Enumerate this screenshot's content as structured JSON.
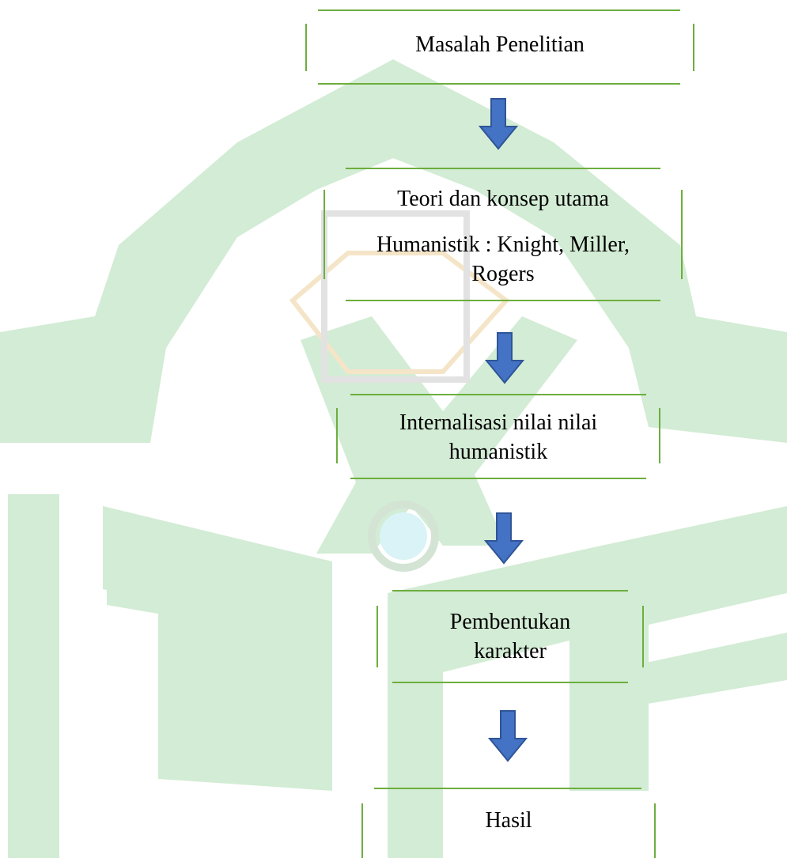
{
  "diagram": {
    "colors": {
      "box_border": "#6cae3e",
      "arrow_fill": "#4472c4",
      "arrow_stroke": "#2f5597",
      "watermark_green": "#d3ecd5"
    },
    "nodes": [
      {
        "id": "masalah-penelitian",
        "lines": [
          "Masalah Penelitian"
        ]
      },
      {
        "id": "teori-konsep",
        "lines": [
          "Teori dan konsep utama",
          "Humanistik : Knight, Miller,",
          "Rogers"
        ]
      },
      {
        "id": "internalisasi",
        "lines": [
          "Internalisasi nilai nilai",
          "humanistik"
        ]
      },
      {
        "id": "pembentukan",
        "lines": [
          "Pembentukan",
          "karakter"
        ]
      },
      {
        "id": "hasil",
        "lines": [
          "Hasil"
        ]
      }
    ],
    "edges": [
      {
        "from": "masalah-penelitian",
        "to": "teori-konsep"
      },
      {
        "from": "teori-konsep",
        "to": "internalisasi"
      },
      {
        "from": "internalisasi",
        "to": "pembentukan"
      },
      {
        "from": "pembentukan",
        "to": "hasil"
      }
    ]
  }
}
